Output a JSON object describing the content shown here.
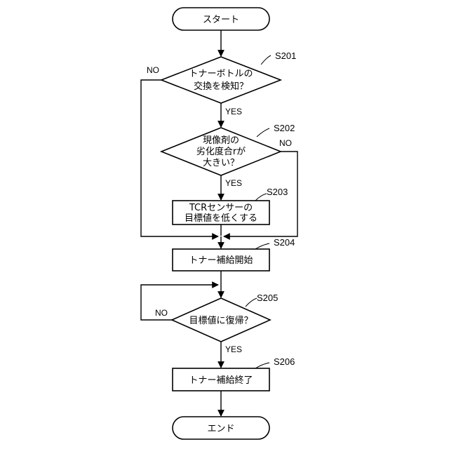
{
  "flowchart": {
    "start": "スタート",
    "end": "エンド",
    "steps": [
      {
        "id": "S201",
        "lines": [
          "トナーボトルの",
          "交換を検知？"
        ]
      },
      {
        "id": "S202",
        "lines": [
          "現像剤の",
          "劣化度合rが",
          "大きい？"
        ]
      },
      {
        "id": "S203",
        "lines": [
          "TCRセンサーの",
          "目標値を低くする"
        ]
      },
      {
        "id": "S204",
        "lines": [
          "トナー補給開始"
        ]
      },
      {
        "id": "S205",
        "lines": [
          "目標値に復帰？"
        ]
      },
      {
        "id": "S206",
        "lines": [
          "トナー補給終了"
        ]
      }
    ],
    "labels": {
      "yes": "YES",
      "no": "NO"
    }
  }
}
